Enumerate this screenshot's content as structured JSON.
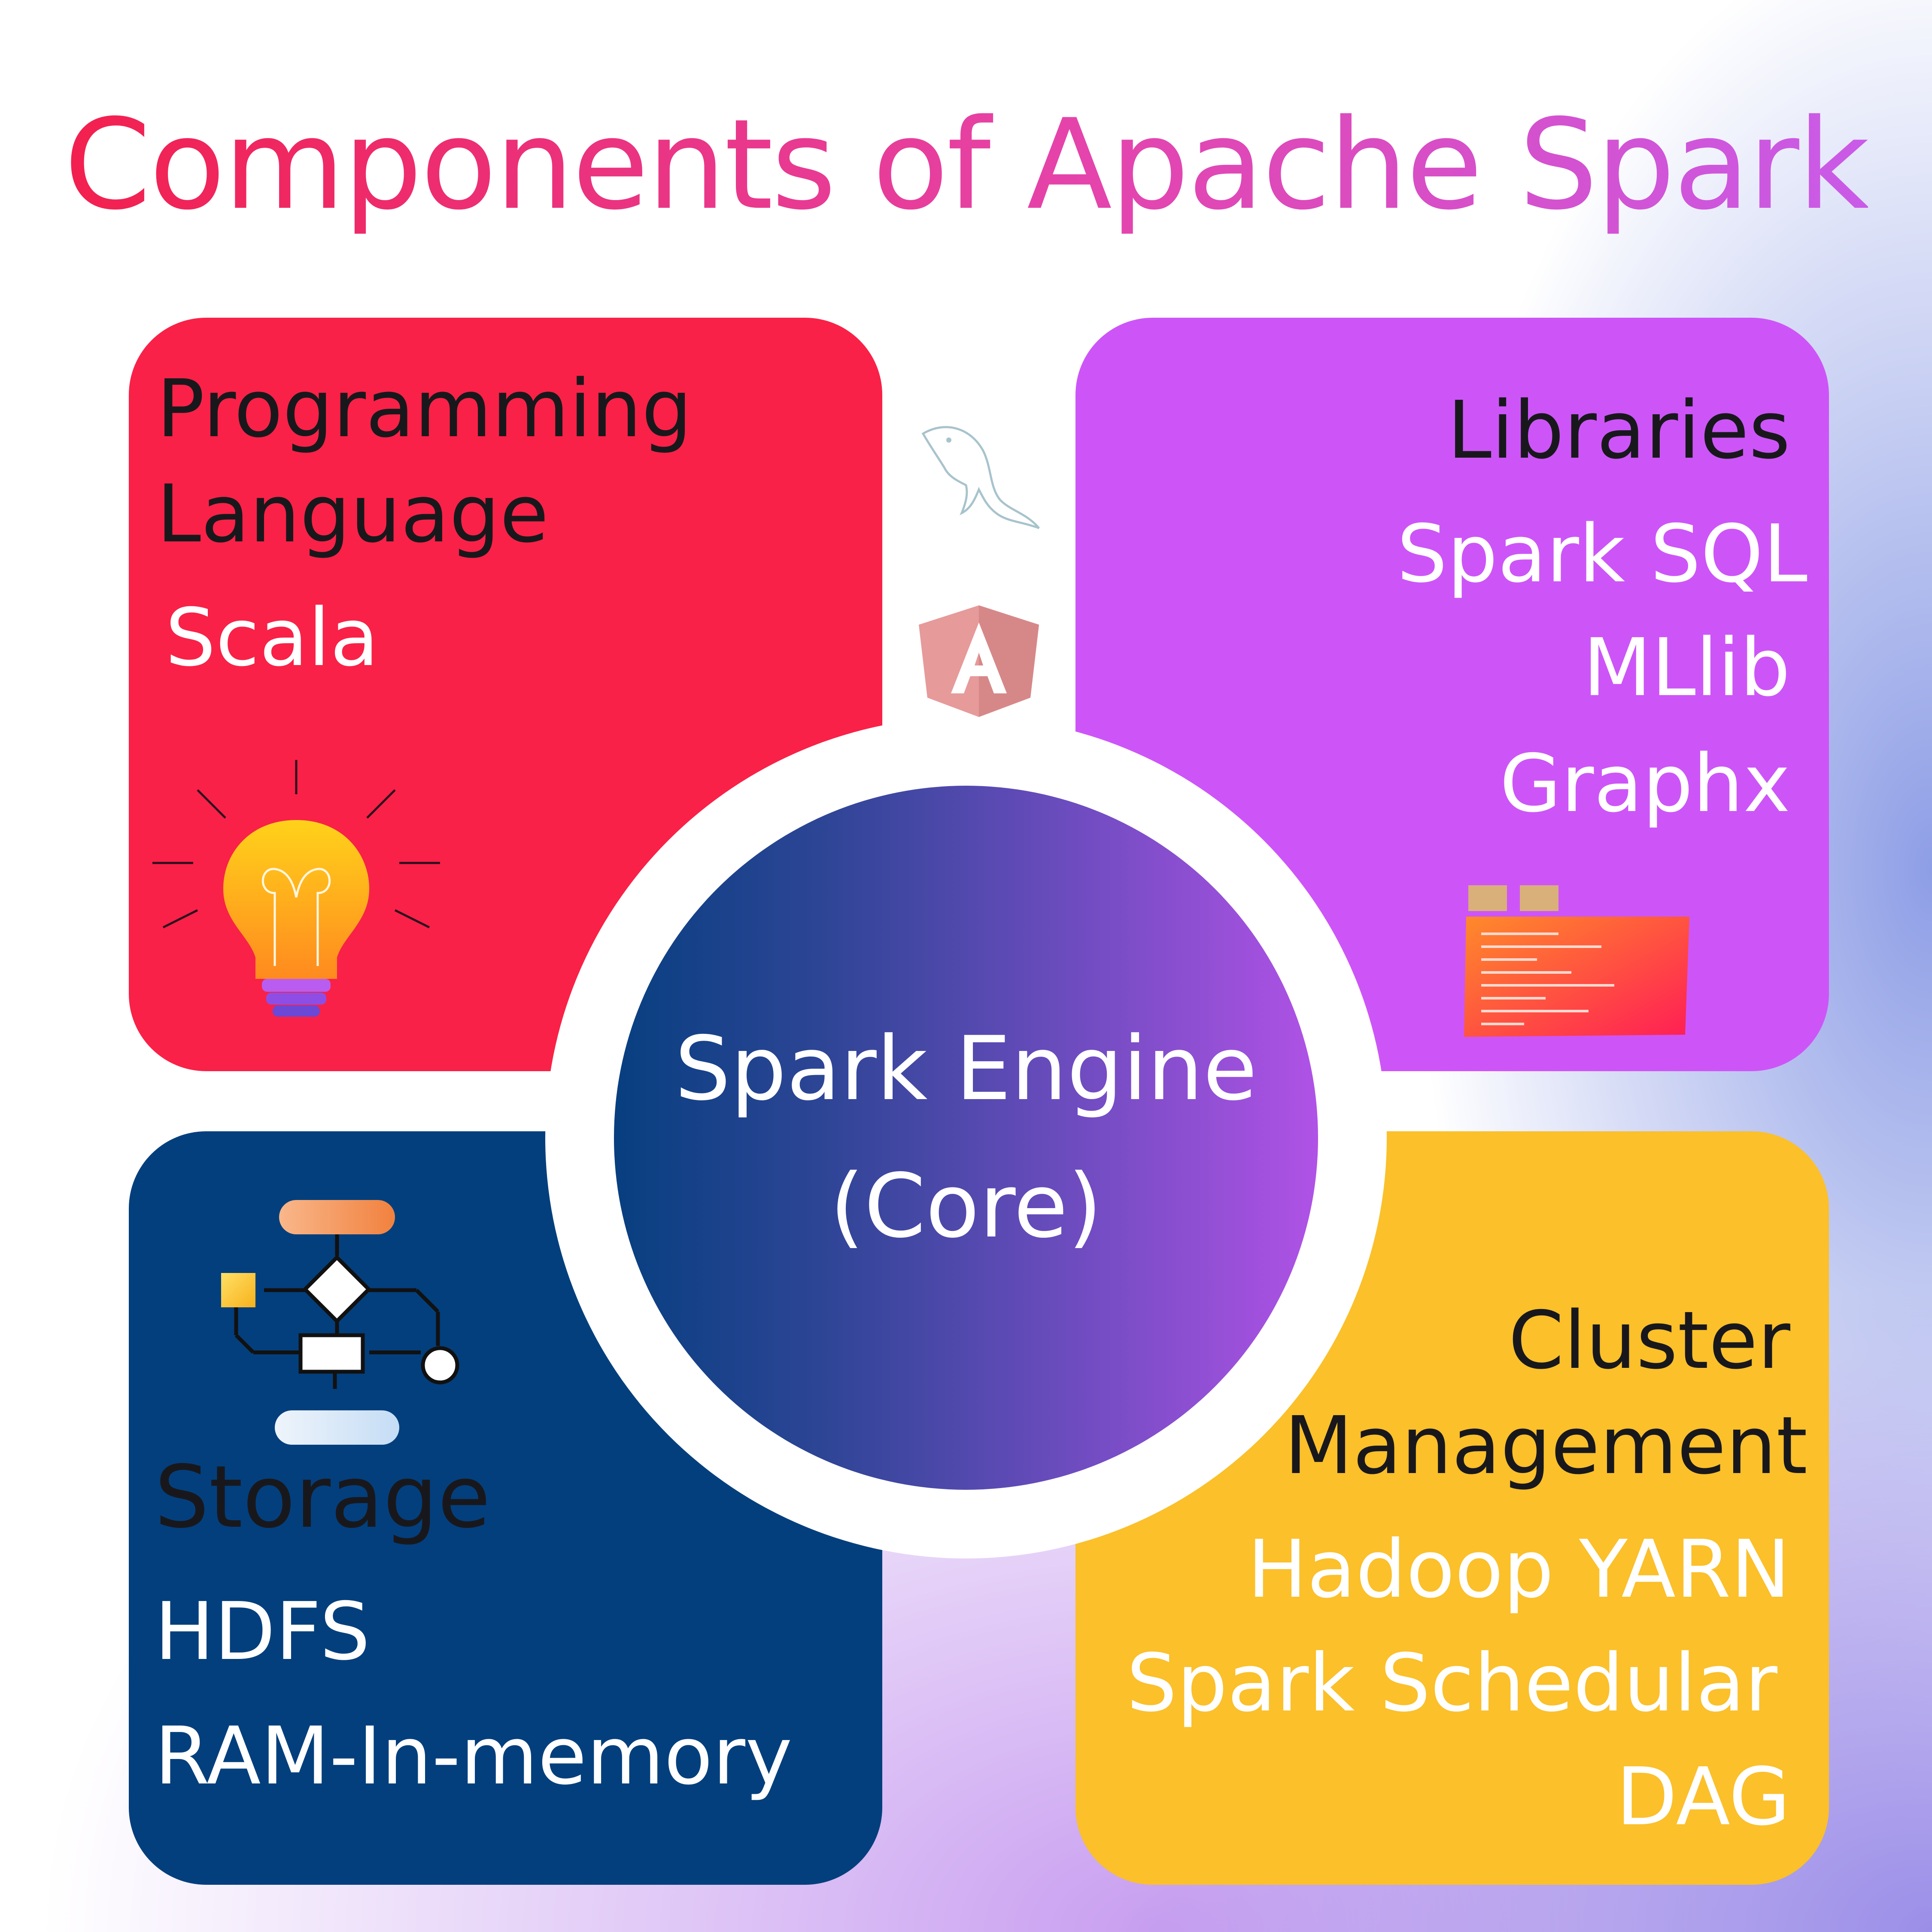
{
  "title": "Components of Apache Spark",
  "colors": {
    "programming_panel": "#f92147",
    "libraries_panel": "#cd55f7",
    "storage_panel": "#033f7d",
    "cluster_panel": "#fbc02a",
    "core_gradient_start": "#073f80",
    "core_gradient_end": "#b052e6"
  },
  "core": {
    "line1": "Spark Engine",
    "line2": "(Core)"
  },
  "programming": {
    "heading_line1": "Programming",
    "heading_line2": "Language",
    "items": [
      "Scala"
    ],
    "icon": "lightbulb-icon"
  },
  "libraries": {
    "heading": "Libraries",
    "items": [
      "Spark SQL",
      "MLlib",
      "Graphx"
    ],
    "icon": "code-window-icon"
  },
  "storage": {
    "heading": "Storage",
    "items": [
      "HDFS",
      "RAM-In-memory"
    ],
    "icon": "flowchart-icon"
  },
  "cluster": {
    "heading_line1": "Cluster",
    "heading_line2": "Management",
    "items": [
      "Hadoop YARN",
      "Spark Schedular",
      "DAG"
    ]
  },
  "decorations": [
    "mysql-dolphin-icon",
    "angular-logo-icon"
  ]
}
